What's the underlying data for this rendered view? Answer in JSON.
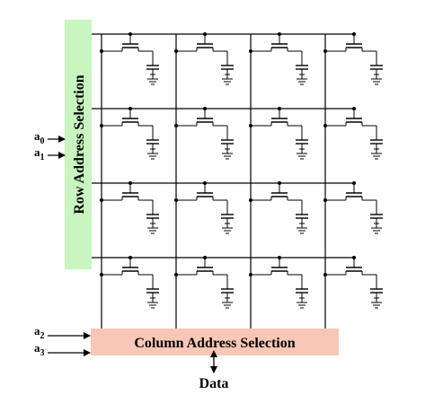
{
  "diagram": {
    "row_block_label": "Row Address Selection",
    "column_block_label": "Column Address Selection",
    "data_label": "Data",
    "address_inputs": [
      {
        "letter": "a",
        "sub": "0"
      },
      {
        "letter": "a",
        "sub": "1"
      },
      {
        "letter": "a",
        "sub": "2"
      },
      {
        "letter": "a",
        "sub": "3"
      }
    ],
    "grid": {
      "rows": 4,
      "columns": 4
    }
  },
  "colors": {
    "row_block_fill": "#c8f5c0",
    "column_block_fill": "#f8c7b6",
    "line": "#000000"
  }
}
